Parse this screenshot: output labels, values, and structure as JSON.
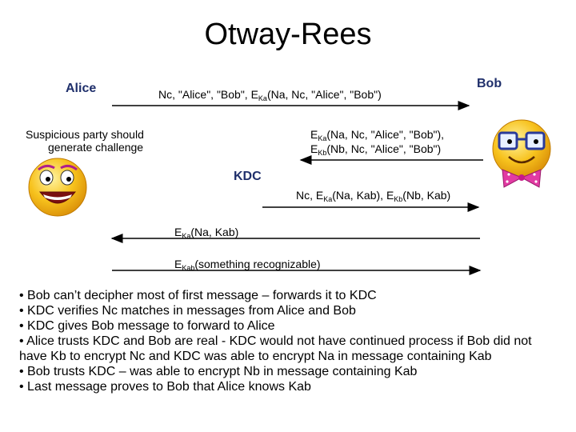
{
  "title": "Otway-Rees",
  "parties": {
    "alice": "Alice",
    "bob": "Bob",
    "kdc": "KDC"
  },
  "note": [
    "Suspicious party should",
    "generate challenge"
  ],
  "messages": {
    "m1": {
      "p1": "Nc, \"Alice\", \"Bob\", E",
      "s1": "Ka",
      "p2": "(Na, Nc, \"Alice\", \"Bob\")"
    },
    "m2a": {
      "p1": "E",
      "s1": "Ka",
      "p2": "(Na, Nc, \"Alice\", \"Bob\"),"
    },
    "m2b": {
      "p1": "E",
      "s1": "Kb",
      "p2": "(Nb, Nc, \"Alice\", \"Bob\")"
    },
    "m3": {
      "p1": "Nc, E",
      "s1": "Ka",
      "p2": "(Na, Kab), E",
      "s2": "Kb",
      "p3": "(Nb, Kab)"
    },
    "m4": {
      "p1": "E",
      "s1": "Ka",
      "p2": "(Na, Kab)"
    },
    "m5": {
      "p1": "E",
      "s1": "Kab",
      "p2": "(something recognizable)"
    }
  },
  "bullets": [
    "• Bob can’t decipher most of first message – forwards it to KDC",
    "• KDC verifies Nc matches in messages from Alice and Bob",
    "• KDC gives Bob message to forward to Alice",
    "• Alice trusts KDC and Bob are real - KDC would not have continued process if Bob did not have Kb to encrypt Nc and KDC was able to encrypt Na in message containing Kab",
    "• Bob trusts KDC – was able to encrypt Nb in message containing Kab",
    "• Last message proves to Bob that Alice knows Kab"
  ],
  "colors": {
    "party": "#1f2f6b",
    "smiley": "#f7c21d",
    "bowtie": "#e23aa3"
  }
}
